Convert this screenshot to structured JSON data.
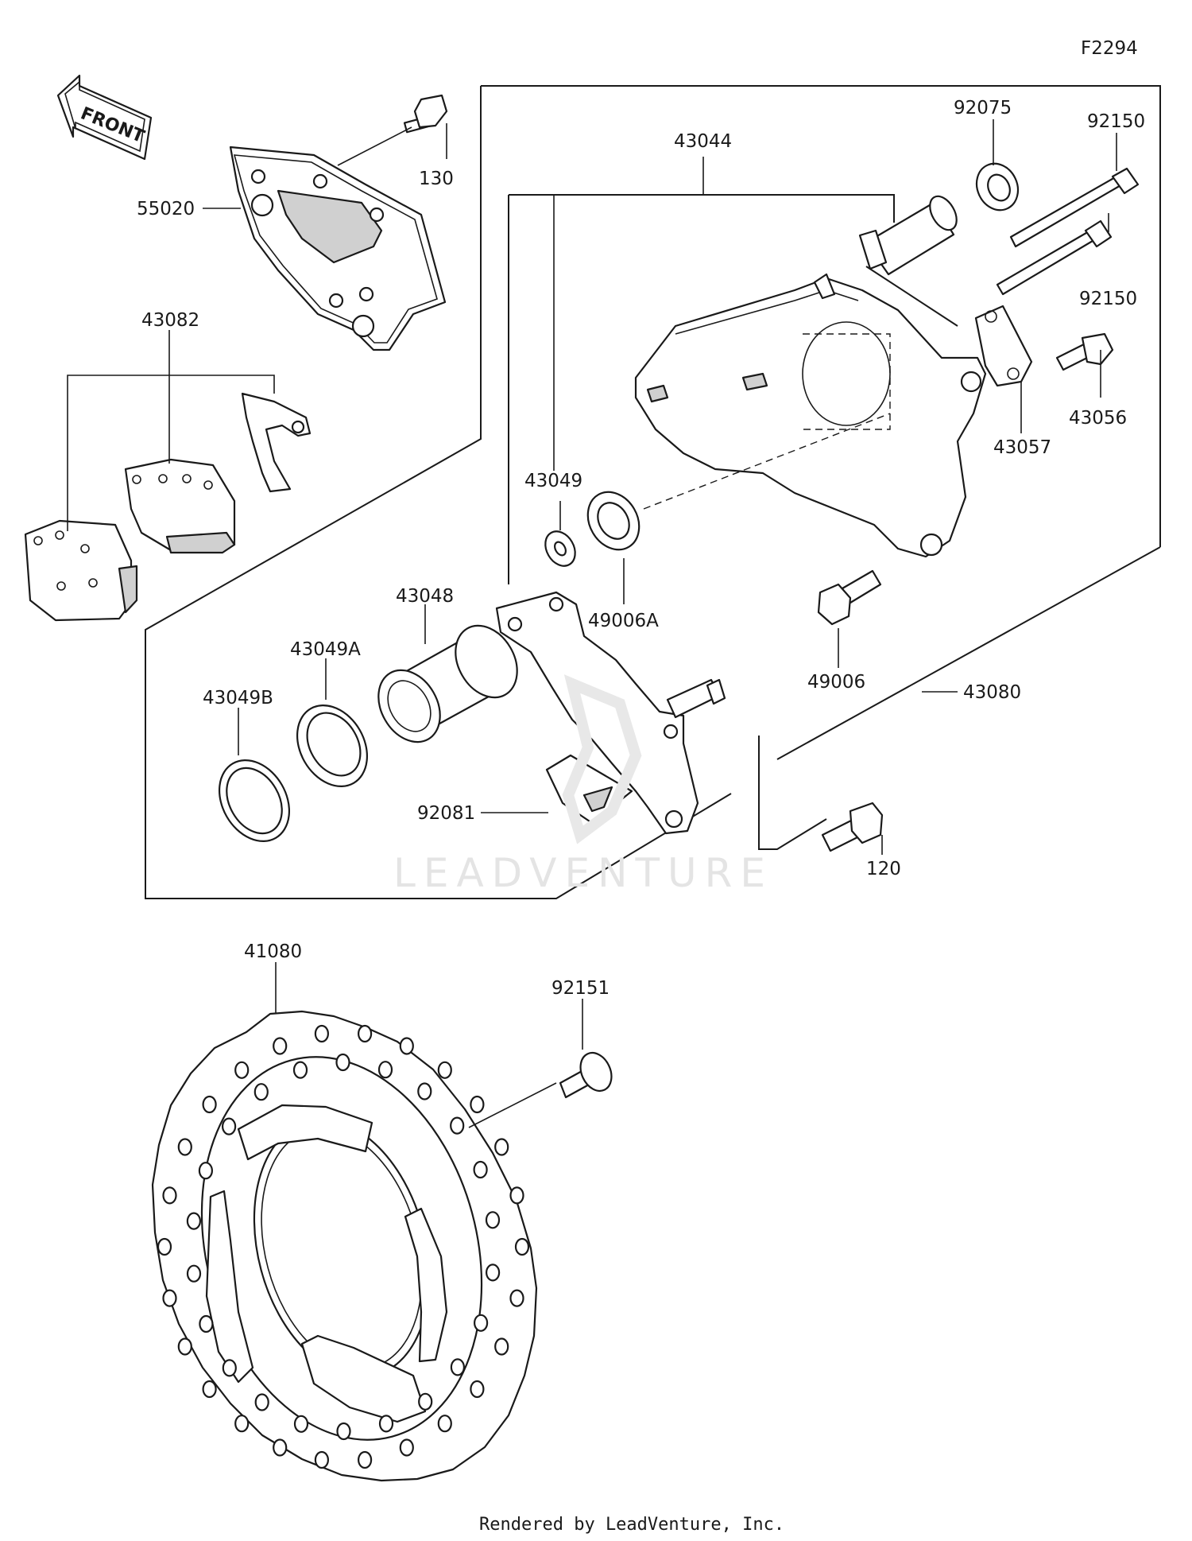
{
  "diagram_code": "F2294",
  "front_arrow_label": "FRONT",
  "watermark": "LEADVENTURE",
  "footer": "Rendered by LeadVenture, Inc.",
  "part_labels": {
    "p130": "130",
    "p55020": "55020",
    "p43082": "43082",
    "p43044": "43044",
    "p92075": "92075",
    "p92150a": "92150",
    "p92150b": "92150",
    "p43056": "43056",
    "p43057": "43057",
    "p43049": "43049",
    "p49006A": "49006A",
    "p43048": "43048",
    "p43049A": "43049A",
    "p43049B": "43049B",
    "p49006": "49006",
    "p43080": "43080",
    "p92081": "92081",
    "p120": "120",
    "p41080": "41080",
    "p92151": "92151"
  },
  "colors": {
    "line": "#1a1a1a",
    "background": "#ffffff",
    "watermark": "#e4e4e4"
  }
}
